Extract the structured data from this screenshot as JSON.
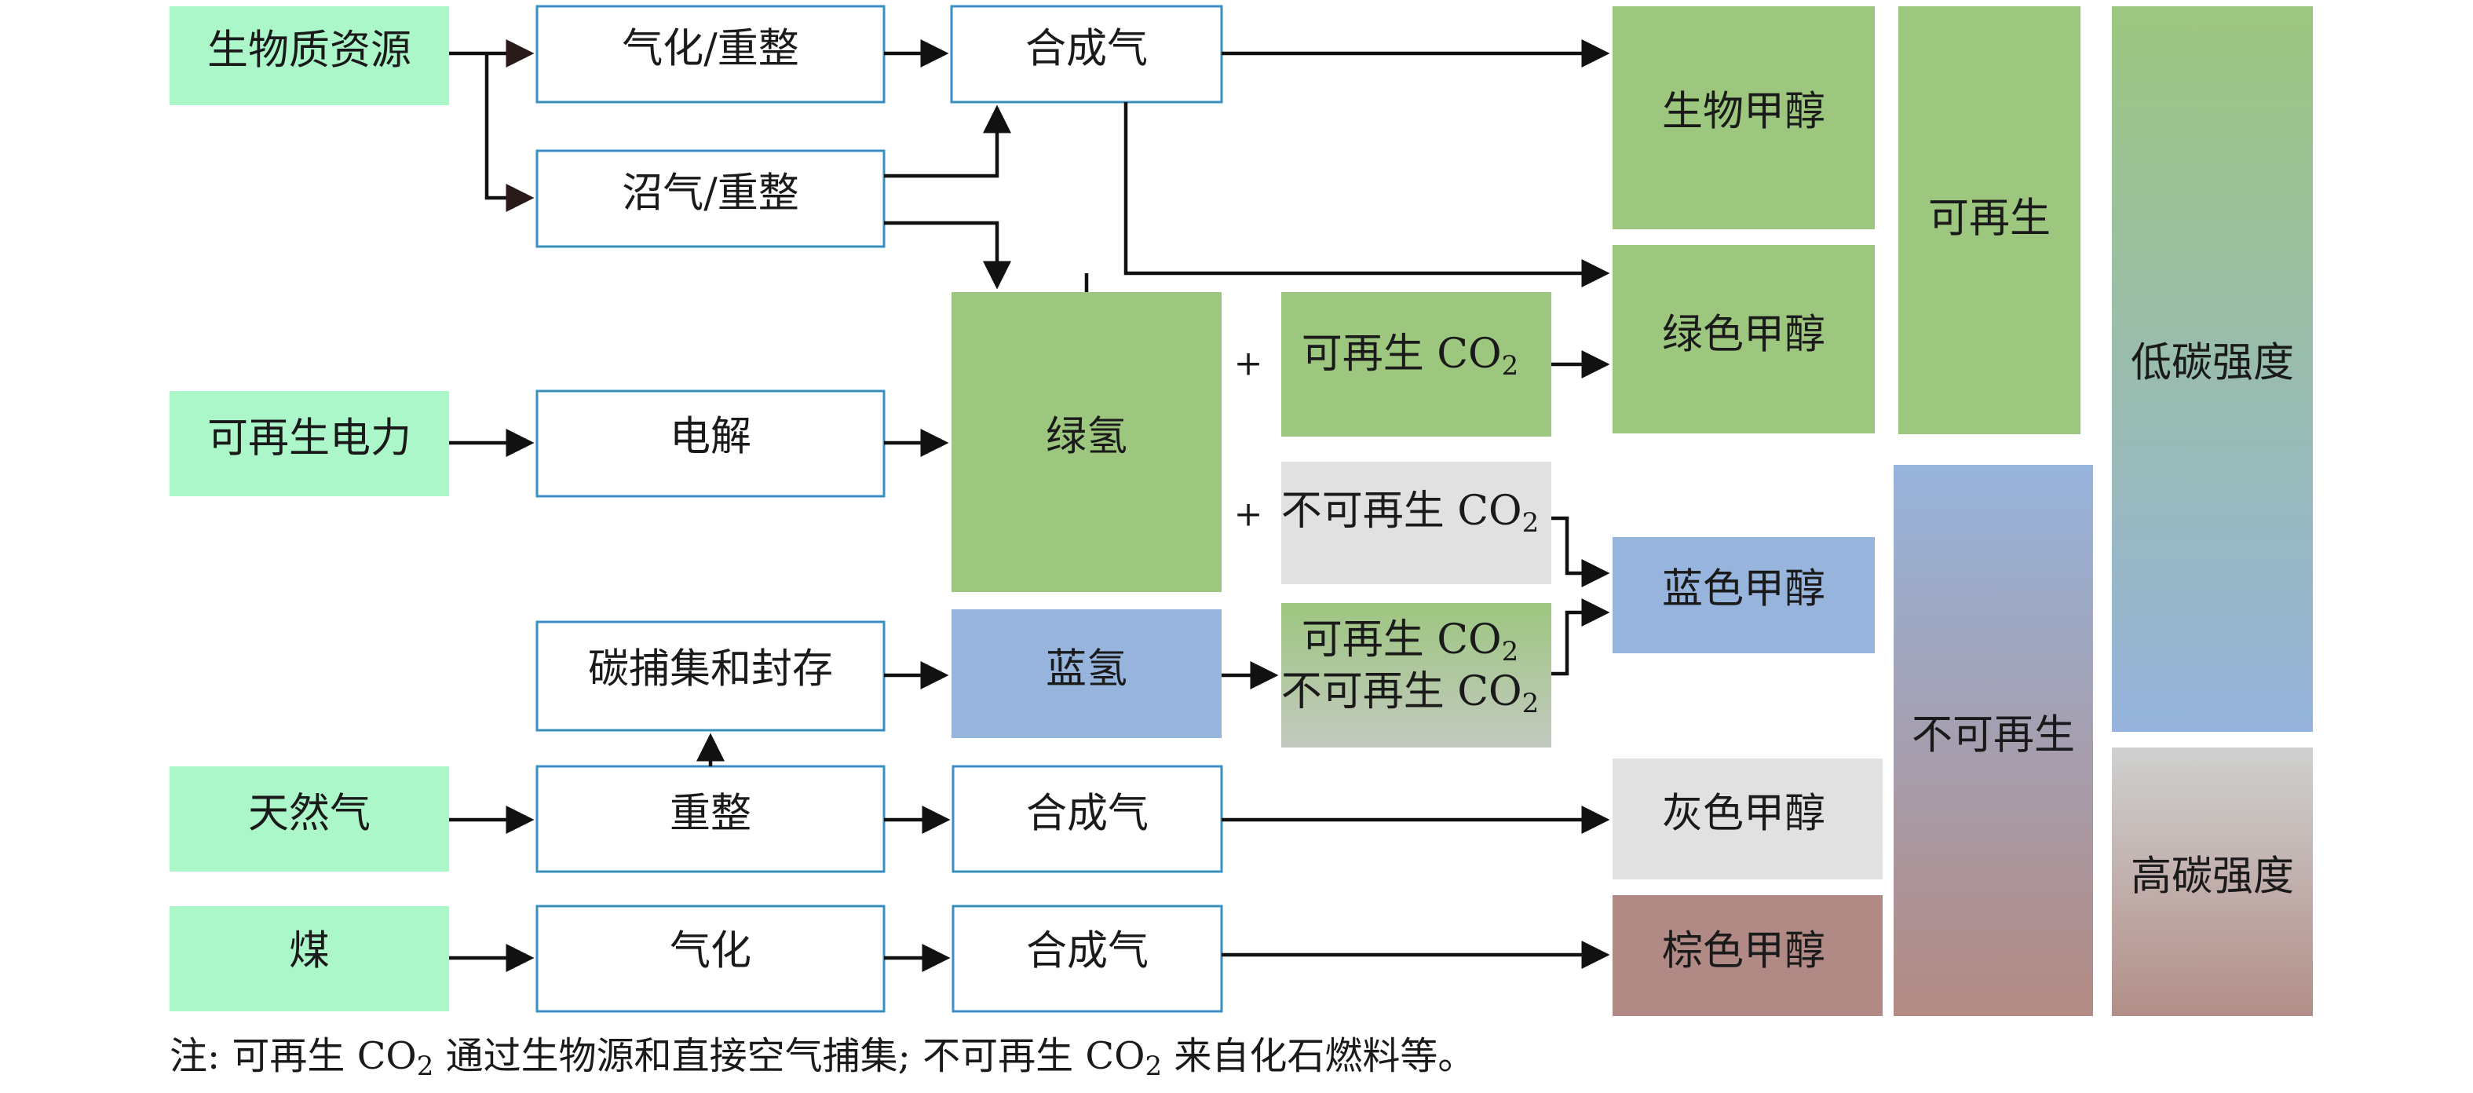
{
  "sources": {
    "biomass": "生物质资源",
    "renewable_power": "可再生电力",
    "natural_gas": "天然气",
    "coal": "煤"
  },
  "processes": {
    "gasification_reforming": "气化/重整",
    "biogas_reforming": "沼气/重整",
    "syngas_bio": "合成气",
    "electrolysis": "电解",
    "ccs": "碳捕集和封存",
    "reforming": "重整",
    "syngas_gas": "合成气",
    "gasification": "气化",
    "syngas_coal": "合成气"
  },
  "hydrogen": {
    "green": "绿氢",
    "blue": "蓝氢"
  },
  "co2": {
    "plus": "+",
    "renewable_prefix": "可再生 CO",
    "nonrenewable_prefix": "不可再生 CO",
    "subscript": "2"
  },
  "methanol": {
    "bio": "生物甲醇",
    "green": "绿色甲醇",
    "blue": "蓝色甲醇",
    "grey": "灰色甲醇",
    "brown": "棕色甲醇"
  },
  "categories": {
    "renewable": "可再生",
    "nonrenewable": "不可再生",
    "low_carbon": "低碳强度",
    "high_carbon": "高碳强度"
  },
  "colors": {
    "source_fill": "#abf7c9",
    "process_border": "#3a8fc0",
    "green_fill": "#9dc67f",
    "blue_fill": "#97b4dc",
    "grey_fill": "#e0e1e0",
    "brown_fill": "#b18a85"
  },
  "note": {
    "p1": "注: 可再生 CO",
    "sub1": "2",
    "p2": " 通过生物源和直接空气捕集; 不可再生 CO",
    "sub2": "2",
    "p3": " 来自化石燃料等。"
  }
}
